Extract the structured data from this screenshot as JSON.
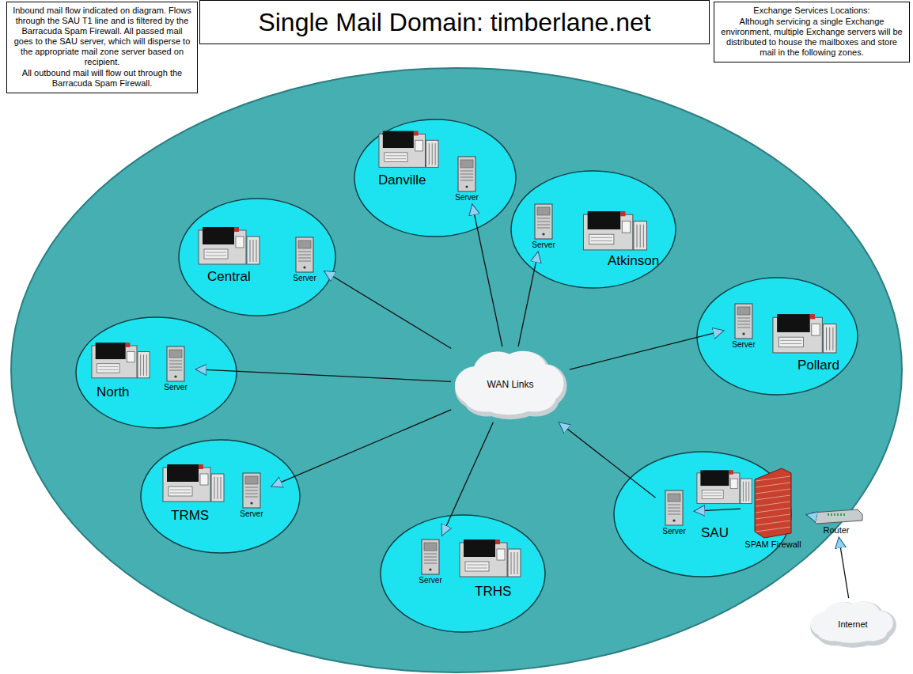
{
  "diagram": {
    "title": "Single Mail Domain: timberlane.net",
    "nodes": [
      {
        "text": [
          "Inbound mail flow indicated on diagram. Flows through the SAU T1 line and is filtered by the Barracuda Spam Firewall. All passed mail goes to the SAU server, which will disperse to the appropriate mail zone server based on recipient.",
          "All outbound mail will flow out through the Barracuda Spam Firewall."
        ]
      },
      {
        "text": [
          "Exchange Services Locations:",
          "Although servicing a single Exchange environment, multiple Exchange servers will be distributed to house the mailboxes and store mail in the following zones."
        ]
      },
      {
        "text": [
          "Danville"
        ]
      },
      {
        "text": [
          "Server"
        ],
        "in": 2
      },
      {
        "text": [
          "Central"
        ]
      },
      {
        "text": [
          "Server"
        ],
        "in": 4
      },
      {
        "text": [
          "Atkinson"
        ]
      },
      {
        "text": [
          "Server"
        ],
        "in": 6
      },
      {
        "text": [
          "Pollard"
        ]
      },
      {
        "text": [
          "Server"
        ],
        "in": 8
      },
      {
        "text": [
          "North"
        ]
      },
      {
        "text": [
          "Server"
        ],
        "in": 10
      },
      {
        "text": [
          "WAN Links"
        ]
      },
      {
        "text": [
          "TRMS"
        ]
      },
      {
        "text": [
          "Server"
        ],
        "in": 13
      },
      {
        "text": [
          "TRHS"
        ]
      },
      {
        "text": [
          "Server"
        ],
        "in": 15
      },
      {
        "text": [
          "SAU"
        ]
      },
      {
        "text": [
          "Server"
        ],
        "in": 17
      },
      {
        "text": [
          "SPAM Firewall"
        ],
        "in": 17
      },
      {
        "text": [
          "Router"
        ]
      },
      {
        "text": [
          "Internet"
        ]
      }
    ],
    "edges": [
      {
        "from": 21,
        "to": 20,
        "arrow": "to"
      },
      {
        "from": 20,
        "to": 19,
        "arrow": "to"
      },
      {
        "from": 19,
        "to": 18,
        "arrow": "to"
      },
      {
        "from": 18,
        "to": 12,
        "arrow": "to"
      },
      {
        "from": 12,
        "to": 3,
        "arrow": "to"
      },
      {
        "from": 12,
        "to": 5,
        "arrow": "to"
      },
      {
        "from": 12,
        "to": 7,
        "arrow": "to"
      },
      {
        "from": 12,
        "to": 9,
        "arrow": "to"
      },
      {
        "from": 12,
        "to": 11,
        "arrow": "to"
      },
      {
        "from": 12,
        "to": 14,
        "arrow": "to"
      },
      {
        "from": 12,
        "to": 16,
        "arrow": "to"
      }
    ]
  }
}
